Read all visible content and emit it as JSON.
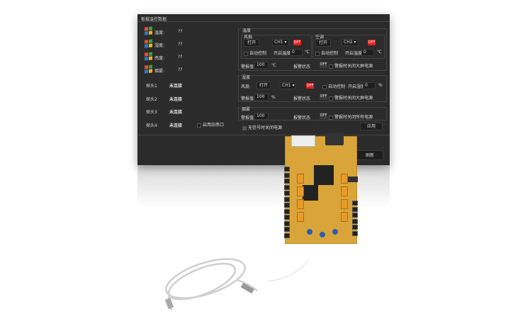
{
  "title": "板载温控数据",
  "sensors": [
    {
      "label": "温度:",
      "value": "??"
    },
    {
      "label": "湿度:",
      "value": "??"
    },
    {
      "label": "亮度:",
      "value": "??"
    },
    {
      "label": "烟雾:",
      "value": "??"
    }
  ],
  "probes": [
    {
      "label": "探头1",
      "status": "未连接"
    },
    {
      "label": "探头2",
      "status": "未连接"
    },
    {
      "label": "探头3",
      "status": "未连接"
    },
    {
      "label": "探头4",
      "status": "未连接"
    }
  ],
  "legacy_serial_label": "启用旧串口",
  "temperature": {
    "title": "温度",
    "fan": {
      "title": "风扇",
      "open": "打开",
      "channel": "CH1",
      "state": "OFF",
      "auto": "自动控制",
      "start_label": "开启温度",
      "start_value": "0",
      "unit": "℃"
    },
    "ac": {
      "title": "空调",
      "open": "打开",
      "channel": "CH2",
      "state": "OFF",
      "auto": "自动控制",
      "start_label": "开启温度",
      "start_value": "0",
      "unit": "℃"
    },
    "alarm_label": "警报值",
    "alarm_value": "100",
    "unit": "℃",
    "status_label": "报警状态",
    "status": "OFF",
    "action": "警报时关闭大屏电源"
  },
  "humidity": {
    "title": "湿度",
    "fan_label": "风扇",
    "open": "打开",
    "channel": "CH1",
    "state": "OFF",
    "auto": "自动控制",
    "start_label": "开启湿度",
    "start_value": "0",
    "unit": "%",
    "alarm_label": "警报值",
    "alarm_value": "100",
    "status_label": "报警状态",
    "status": "OFF",
    "action": "警报时关闭大屏电源"
  },
  "smoke": {
    "title": "烟雾",
    "alarm_label": "警报值",
    "alarm_value": "100",
    "status_label": "报警状态",
    "status": "OFF",
    "action": "警报时关闭所有电源"
  },
  "no_signal_label": "无信号时关闭电源",
  "apply": "应用",
  "refresh": "刷新",
  "colors": {
    "panel": "#2b2b2b",
    "off": "#e02020",
    "board": "#d9a53a"
  }
}
